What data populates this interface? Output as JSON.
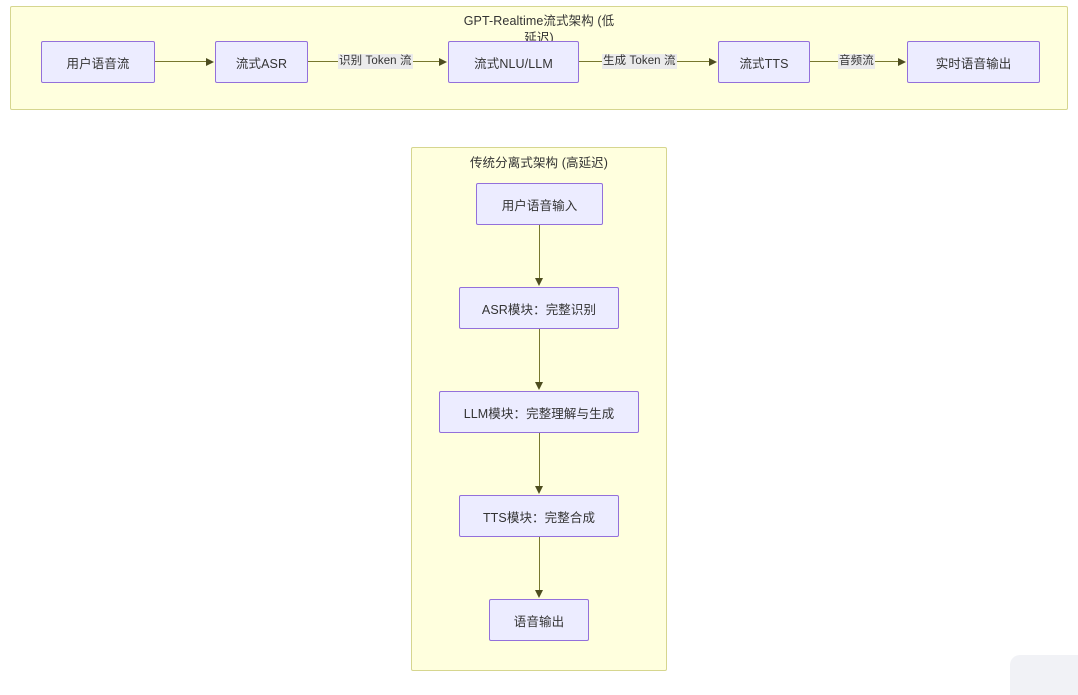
{
  "diagram": {
    "type": "flowchart",
    "colors": {
      "subgraph_fill": "#ffffde",
      "subgraph_border": "#d6d68f",
      "node_fill": "#ececff",
      "node_border": "#9370db",
      "edge_stroke": "#77772e",
      "text": "#333333",
      "edge_label_bg": "#ebebeb",
      "corner_panel": "#f1f2f6"
    },
    "subgraphs": [
      {
        "id": "top",
        "title": "GPT-Realtime流式架构 (低延迟)",
        "title_line1": "GPT-Realtime流式架构 (低",
        "title_line2": "延迟)",
        "orientation": "left-to-right",
        "nodes": [
          {
            "id": "user-stream",
            "label": "用户语音流"
          },
          {
            "id": "asr",
            "label": "流式ASR"
          },
          {
            "id": "nlu",
            "label": "流式NLU/LLM"
          },
          {
            "id": "tts",
            "label": "流式TTS"
          },
          {
            "id": "realtime-out",
            "label": "实时语音输出"
          }
        ],
        "edges": [
          {
            "from": "user-stream",
            "to": "asr",
            "label": ""
          },
          {
            "from": "asr",
            "to": "nlu",
            "label": "识别 Token 流"
          },
          {
            "from": "nlu",
            "to": "tts",
            "label": "生成 Token 流"
          },
          {
            "from": "tts",
            "to": "realtime-out",
            "label": "音频流"
          }
        ]
      },
      {
        "id": "bottom",
        "title": "传统分离式架构 (高延迟)",
        "orientation": "top-to-bottom",
        "nodes": [
          {
            "id": "voice-input",
            "label": "用户语音输入"
          },
          {
            "id": "asr-module",
            "label": "ASR模块：完整识别"
          },
          {
            "id": "llm-module",
            "label": "LLM模块：完整理解与生成"
          },
          {
            "id": "tts-module",
            "label": "TTS模块：完整合成"
          },
          {
            "id": "voice-output",
            "label": "语音输出"
          }
        ],
        "edges": [
          {
            "from": "voice-input",
            "to": "asr-module",
            "label": ""
          },
          {
            "from": "asr-module",
            "to": "llm-module",
            "label": ""
          },
          {
            "from": "llm-module",
            "to": "tts-module",
            "label": ""
          },
          {
            "from": "tts-module",
            "to": "voice-output",
            "label": ""
          }
        ]
      }
    ]
  }
}
